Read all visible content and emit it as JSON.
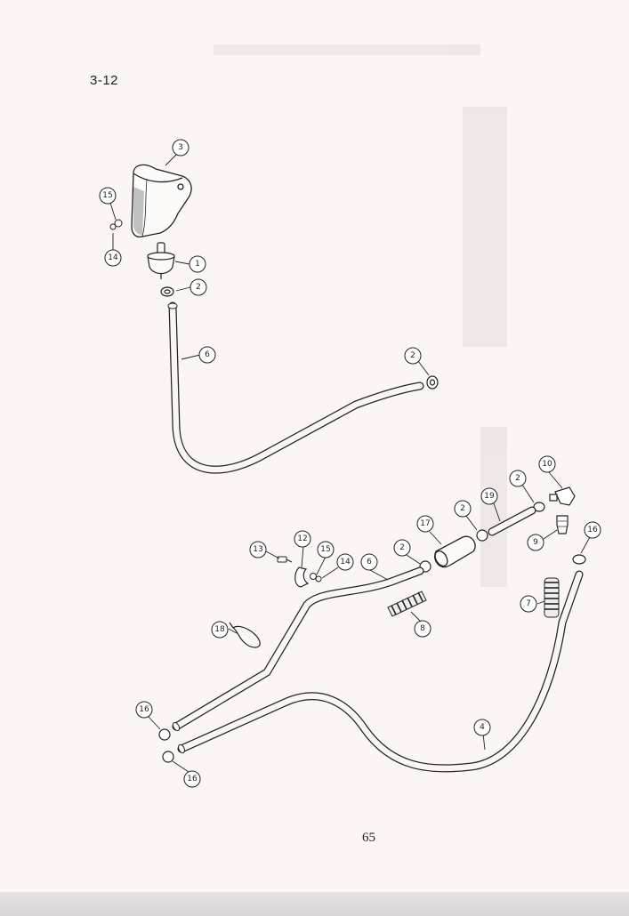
{
  "section_label": "3-12",
  "page_number": "65",
  "callouts": [
    {
      "id": "c3",
      "label": "3"
    },
    {
      "id": "c15a",
      "label": "15"
    },
    {
      "id": "c14a",
      "label": "14"
    },
    {
      "id": "c1",
      "label": "1"
    },
    {
      "id": "c2a",
      "label": "2"
    },
    {
      "id": "c6a",
      "label": "6"
    },
    {
      "id": "c2b",
      "label": "2"
    },
    {
      "id": "c10",
      "label": "10"
    },
    {
      "id": "c2c",
      "label": "2"
    },
    {
      "id": "c19",
      "label": "19"
    },
    {
      "id": "c2d",
      "label": "2"
    },
    {
      "id": "c17",
      "label": "17"
    },
    {
      "id": "c16a",
      "label": "16"
    },
    {
      "id": "c9",
      "label": "9"
    },
    {
      "id": "c13",
      "label": "13"
    },
    {
      "id": "c12",
      "label": "12"
    },
    {
      "id": "c15b",
      "label": "15"
    },
    {
      "id": "c14b",
      "label": "14"
    },
    {
      "id": "c6b",
      "label": "6"
    },
    {
      "id": "c2e",
      "label": "2"
    },
    {
      "id": "c7",
      "label": "7"
    },
    {
      "id": "c8",
      "label": "8"
    },
    {
      "id": "c18",
      "label": "18"
    },
    {
      "id": "c16b",
      "label": "16"
    },
    {
      "id": "c4",
      "label": "4"
    },
    {
      "id": "c16c",
      "label": "16"
    }
  ]
}
